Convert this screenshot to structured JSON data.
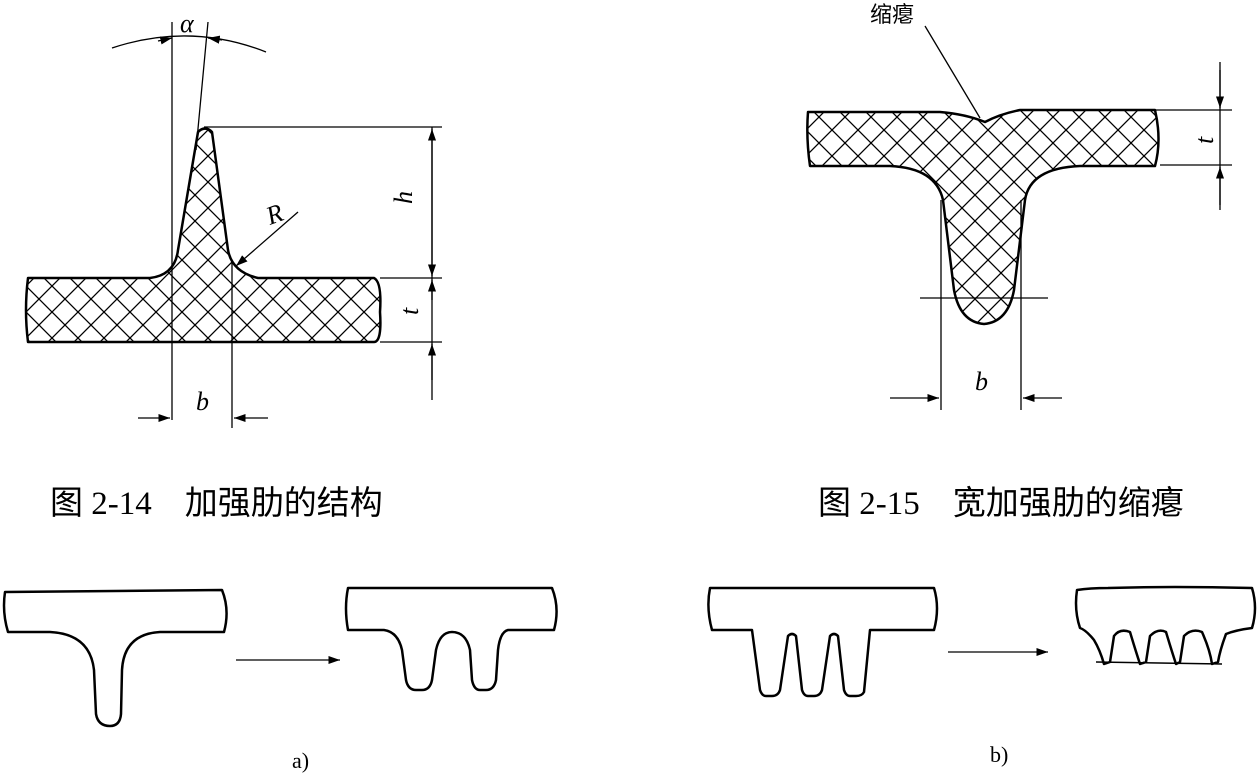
{
  "fig14": {
    "caption": "图 2-14　加强肋的结构",
    "labels": {
      "alpha": "α",
      "R": "R",
      "h": "h",
      "t": "t",
      "b": "b"
    }
  },
  "fig15": {
    "caption": "图 2-15　宽加强肋的缩瘪",
    "labels": {
      "shrink": "缩瘪",
      "t": "t",
      "b": "b"
    }
  },
  "bottom": {
    "label_a": "a)",
    "label_b": "b)"
  }
}
